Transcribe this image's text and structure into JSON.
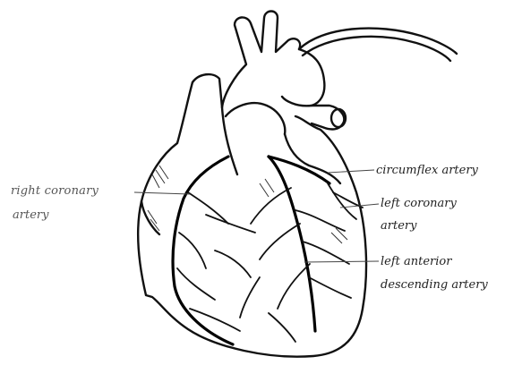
{
  "labels": {
    "right_coronary_line1": "right coronary",
    "right_coronary_line2": "artery",
    "circumflex": "circumflex artery",
    "left_coronary_line1": "left coronary",
    "left_coronary_line2": "artery",
    "lad_line1": "left anterior",
    "lad_line2": "descending artery"
  }
}
